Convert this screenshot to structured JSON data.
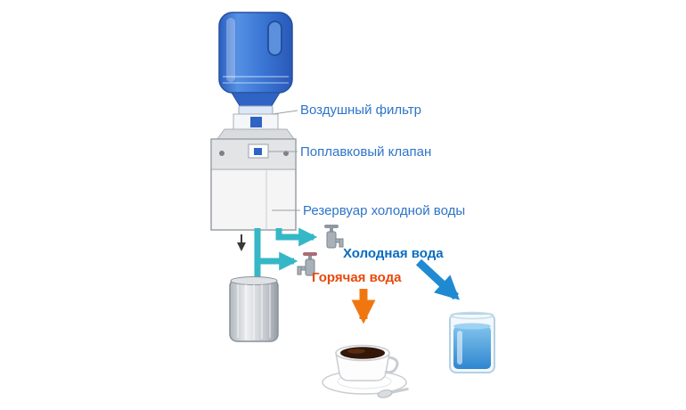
{
  "diagram": {
    "labels": {
      "air_filter": "Воздушный фильтр",
      "float_valve": "Поплавковый клапан",
      "cold_reservoir": "Резервуар холодной воды",
      "cold_water": "Холодная вода",
      "hot_water": "Горячая вода"
    },
    "colors": {
      "label_text": "#2e74c8",
      "cold_water_label": "#0a6cc0",
      "hot_water_label": "#e8490b",
      "pipe_teal": "#35b7c6",
      "bottle_blue": "#3a76d4",
      "cold_arrow_blue": "#1f8ad2",
      "hot_arrow_orange": "#f0770f",
      "tank_gray": "#efefef"
    },
    "icons": {
      "bottle": "water-bottle-icon",
      "air_filter": "air-filter-icon",
      "float_valve": "float-valve-icon",
      "reservoir": "cold-reservoir-tank-icon",
      "hot_tank": "hot-water-tank-icon",
      "cold_faucet": "cold-faucet-icon",
      "hot_faucet": "hot-faucet-icon",
      "glass": "water-glass-icon",
      "coffee": "coffee-cup-icon"
    }
  }
}
